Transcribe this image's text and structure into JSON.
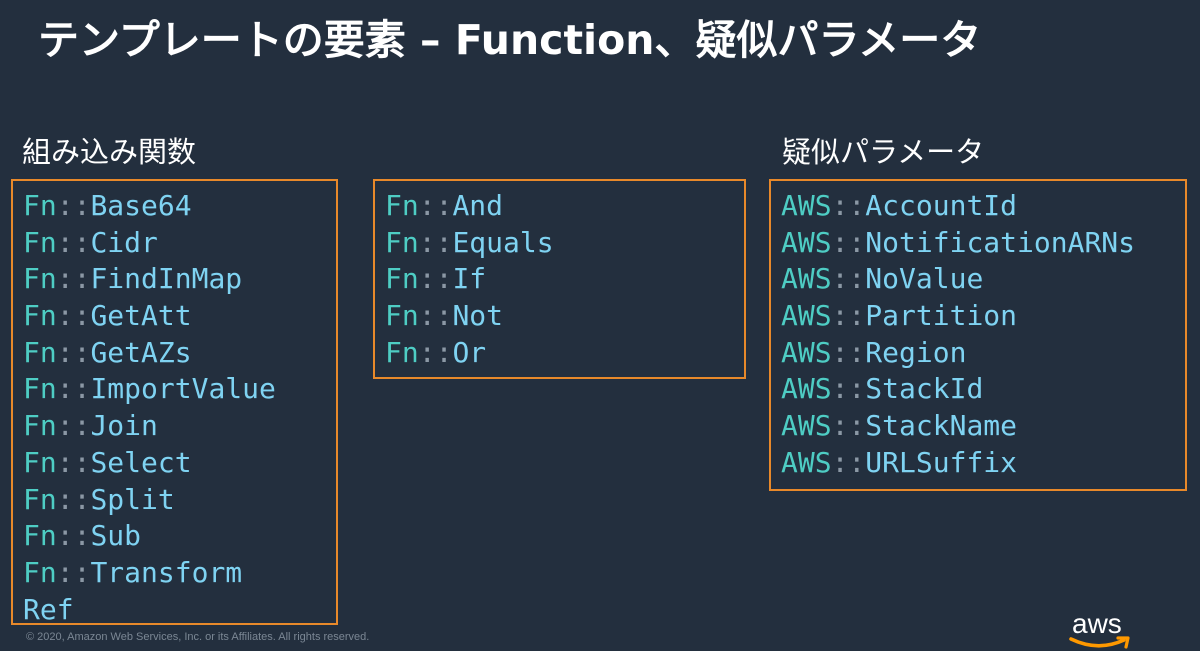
{
  "slide": {
    "title": "テンプレートの要素 – Function、疑似パラメータ"
  },
  "intrinsic_functions": {
    "label": "組み込み関数",
    "box1": [
      {
        "prefix": "Fn",
        "sep": "::",
        "name": "Base64"
      },
      {
        "prefix": "Fn",
        "sep": "::",
        "name": "Cidr"
      },
      {
        "prefix": "Fn",
        "sep": "::",
        "name": "FindInMap"
      },
      {
        "prefix": "Fn",
        "sep": "::",
        "name": "GetAtt"
      },
      {
        "prefix": "Fn",
        "sep": "::",
        "name": "GetAZs"
      },
      {
        "prefix": "Fn",
        "sep": "::",
        "name": "ImportValue"
      },
      {
        "prefix": "Fn",
        "sep": "::",
        "name": "Join"
      },
      {
        "prefix": "Fn",
        "sep": "::",
        "name": "Select"
      },
      {
        "prefix": "Fn",
        "sep": "::",
        "name": "Split"
      },
      {
        "prefix": "Fn",
        "sep": "::",
        "name": "Sub"
      },
      {
        "prefix": "Fn",
        "sep": "::",
        "name": "Transform"
      },
      {
        "prefix": "",
        "sep": "",
        "name": "Ref"
      }
    ],
    "box2": [
      {
        "prefix": "Fn",
        "sep": "::",
        "name": "And"
      },
      {
        "prefix": "Fn",
        "sep": "::",
        "name": "Equals"
      },
      {
        "prefix": "Fn",
        "sep": "::",
        "name": "If"
      },
      {
        "prefix": "Fn",
        "sep": "::",
        "name": "Not"
      },
      {
        "prefix": "Fn",
        "sep": "::",
        "name": "Or"
      }
    ]
  },
  "pseudo_parameters": {
    "label": "疑似パラメータ",
    "items": [
      {
        "prefix": "AWS",
        "sep": "::",
        "name": "AccountId"
      },
      {
        "prefix": "AWS",
        "sep": "::",
        "name": "NotificationARNs"
      },
      {
        "prefix": "AWS",
        "sep": "::",
        "name": "NoValue"
      },
      {
        "prefix": "AWS",
        "sep": "::",
        "name": "Partition"
      },
      {
        "prefix": "AWS",
        "sep": "::",
        "name": "Region"
      },
      {
        "prefix": "AWS",
        "sep": "::",
        "name": "StackId"
      },
      {
        "prefix": "AWS",
        "sep": "::",
        "name": "StackName"
      },
      {
        "prefix": "AWS",
        "sep": "::",
        "name": "URLSuffix"
      }
    ]
  },
  "footer": {
    "copyright": "© 2020, Amazon Web Services, Inc. or its Affiliates. All rights reserved.",
    "logo_text": "aws",
    "logo_icon": "aws-smile-logo"
  },
  "colors": {
    "background": "#232f3e",
    "box_border": "#e8892a",
    "prefix": "#4ecdc4",
    "separator": "#8b98a5",
    "name": "#7fd3f2",
    "logo_smile": "#ff9900"
  }
}
